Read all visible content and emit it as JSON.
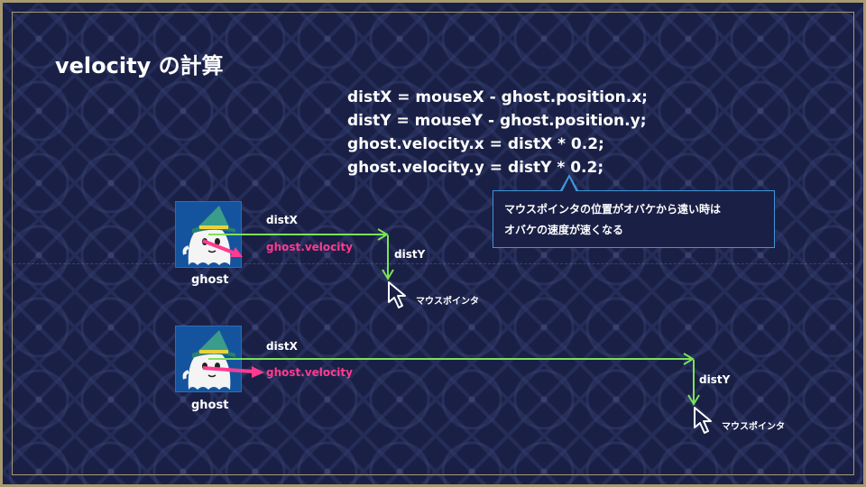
{
  "slide": {
    "title": "velocity の計算",
    "code_lines": [
      "distX = mouseX - ghost.position.x;",
      "distY = mouseY - ghost.position.y;",
      "ghost.velocity.x = distX * 0.2;",
      "ghost.velocity.y = distY * 0.2;"
    ],
    "callout_lines": [
      "マウスポインタの位置がオバケから遠い時は",
      "オバケの速度が速くなる"
    ],
    "diagram_top": {
      "ghost_label": "ghost",
      "distx_label": "distX",
      "velocity_label": "ghost.velocity",
      "disty_label": "distY",
      "pointer_label": "マウスポインタ"
    },
    "diagram_bottom": {
      "ghost_label": "ghost",
      "distx_label": "distX",
      "velocity_label": "ghost.velocity",
      "disty_label": "distY",
      "pointer_label": "マウスポインタ"
    }
  },
  "colors": {
    "background": "#1a2045",
    "frame": "#a89a70",
    "arrow_green": "#7be35a",
    "arrow_pink": "#ff3b90",
    "callout_border": "#3f95d8",
    "ghost_tile": "#14549e"
  },
  "icons": [
    "ghost-icon",
    "wizard-hat-icon",
    "mouse-pointer-icon"
  ]
}
